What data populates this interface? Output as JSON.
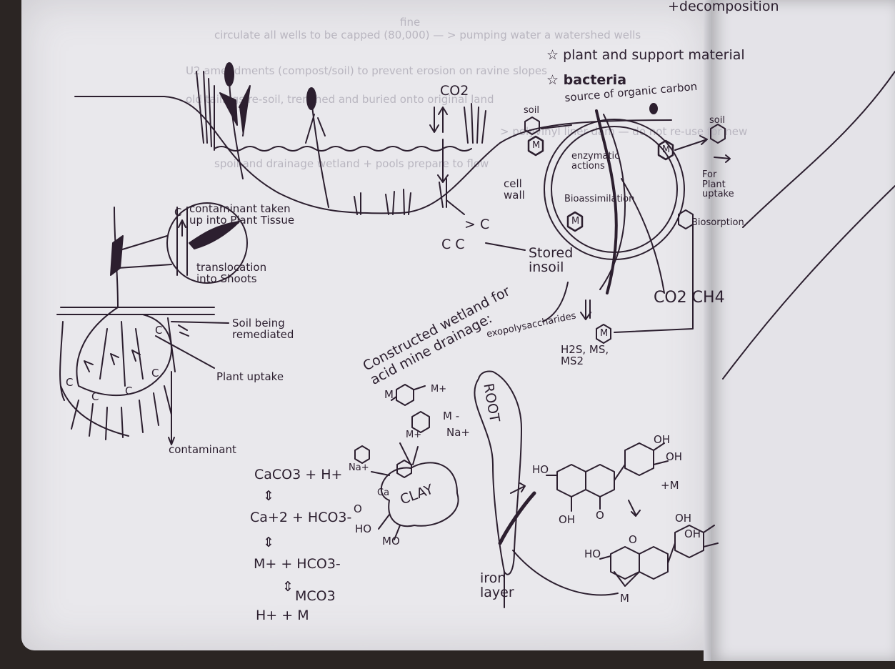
{
  "header": {
    "top_right": "+decomposition",
    "star_1": "plant and support material",
    "star_2": "bacteria",
    "co2_top": "CO2"
  },
  "carbon_cycle": {
    "source_title": "source of organic carbon",
    "soil_left": "soil",
    "soil_right": "soil",
    "enzymatic": "enzymatic actions",
    "cell_wall": "cell wall",
    "bioassimilation": "Bioassimilation",
    "biosorption": "Biosorption",
    "for_plant_uptake": "For Plant uptake",
    "metal_symbol": "M",
    "c_arrow": "> C",
    "c_pair": "C  C",
    "stored_in_soil": "Stored insoil",
    "co2_ch4": "CO2 CH4",
    "exopolysaccharides": "exopolysaccharides",
    "sulfides": "H2S, MS, MS2"
  },
  "phytoremediation": {
    "contaminant_taken_up": "contaminant taken up into Plant Tissue",
    "translocation": "translocation into Shoots",
    "soil_remediated": "Soil being remediated",
    "plant_uptake": "Plant uptake",
    "contaminant_bottom": "contaminant",
    "c_letter": "C"
  },
  "wetland": {
    "title": "Constructed wetland for acid mine drainage:",
    "m_ring": "M",
    "m_plus": "M+",
    "m_minus": "M -",
    "na_plus": "Na+",
    "clay": "CLAY",
    "ca": "Ca",
    "ho": "HO",
    "mo": "MO",
    "o": "O",
    "root": "ROOT",
    "iron_layer": "iron layer"
  },
  "equations": {
    "eq1": "CaCO3 + H+",
    "eq2": "Ca+2 + HCO3-",
    "eq3": "M+ + HCO3-",
    "eq4": "MCO3",
    "eq5": "H+ + M",
    "equilibrium": "⇕"
  },
  "flavonoid": {
    "oh": "OH",
    "ho": "HO",
    "o": "O",
    "plus_m": "+M",
    "m": "M"
  },
  "background_text": {
    "line1": "fine",
    "line2": "circulate all wells to be capped (80,000) — > pumping water a watershed wells",
    "line3": "U2 amendments (compost/soil) to prevent erosion on ravine slopes",
    "line4": "old tailings re-soil, trenched and buried onto original land",
    "line5": "> polyvinyl liner dam — do not re-use for new",
    "line6": "spoil and drainage wetland + pools prepare to flow"
  }
}
